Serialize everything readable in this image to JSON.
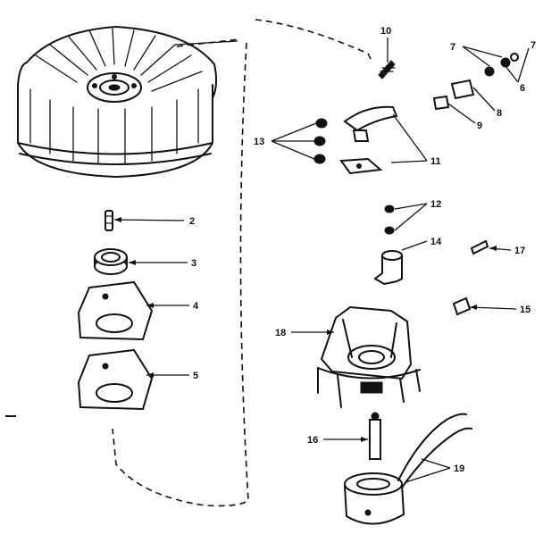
{
  "callouts": {
    "c2": "2",
    "c3": "3",
    "c4": "4",
    "c5": "5",
    "c6": "6",
    "c7": "7",
    "c8": "8",
    "c9": "9",
    "c10": "10",
    "c11": "11",
    "c12": "12",
    "c13": "13",
    "c14": "14",
    "c15": "15",
    "c16": "16",
    "c17": "17",
    "c18": "18",
    "c19": "19"
  },
  "colors": {
    "ink": "#111111",
    "paper": "#ffffff"
  }
}
